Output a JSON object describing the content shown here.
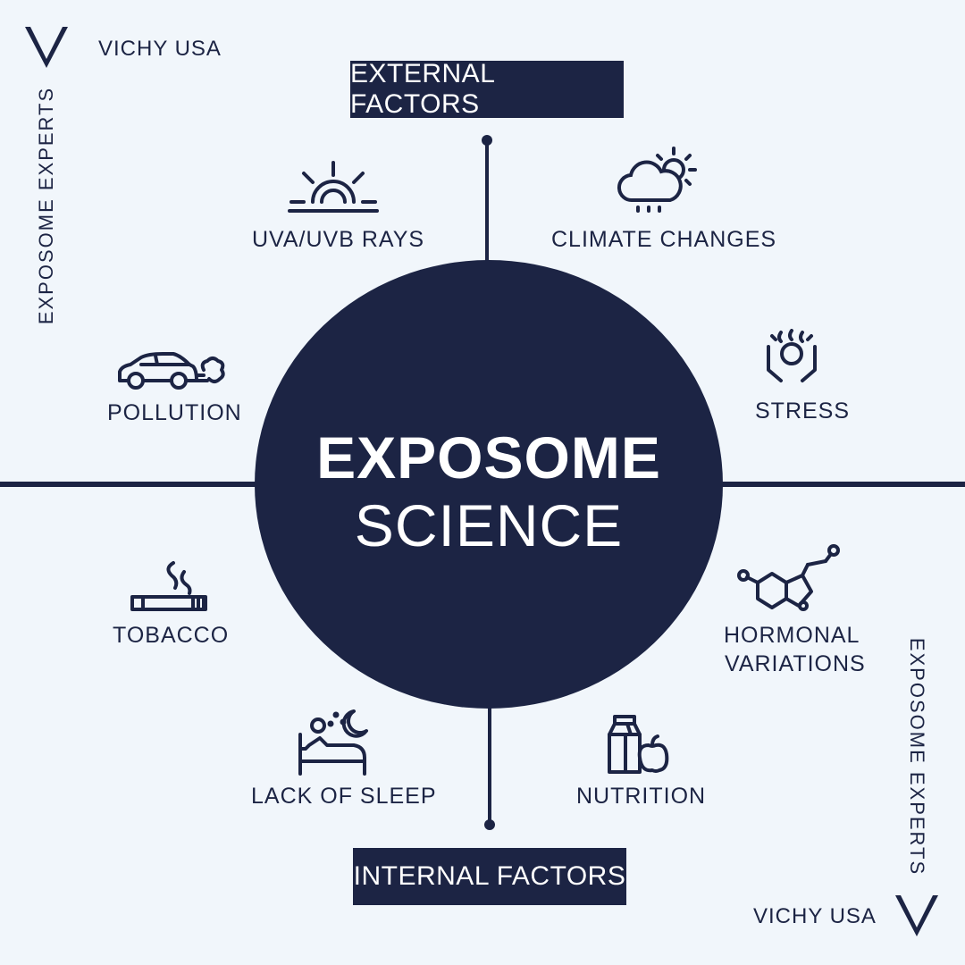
{
  "brand": {
    "top_left": "VICHY USA",
    "bottom_right": "VICHY USA",
    "logo_letter": "V"
  },
  "side_text": {
    "left": "EXPOSOME EXPERTS",
    "right": "EXPOSOME EXPERTS"
  },
  "center": {
    "line1": "EXPOSOME",
    "line2": "SCIENCE"
  },
  "groups": {
    "external": "EXTERNAL FACTORS",
    "internal": "INTERNAL FACTORS"
  },
  "factors": {
    "uv": {
      "label": "UVA/UVB RAYS",
      "icon": "sunrise-icon"
    },
    "climate": {
      "label": "CLIMATE CHANGES",
      "icon": "cloud-sun-rain-icon"
    },
    "pollution": {
      "label": "POLLUTION",
      "icon": "car-exhaust-icon"
    },
    "stress": {
      "label": "STRESS",
      "icon": "stressed-head-icon"
    },
    "tobacco": {
      "label": "TOBACCO",
      "icon": "cigarette-icon"
    },
    "hormonal": {
      "line1": "HORMONAL",
      "line2": "VARIATIONS",
      "icon": "molecule-icon"
    },
    "sleep": {
      "label": "LACK OF SLEEP",
      "icon": "bed-moon-icon"
    },
    "nutrition": {
      "label": "NUTRITION",
      "icon": "milk-apple-icon"
    }
  },
  "colors": {
    "navy": "#1c2444",
    "background": "#f1f6fb"
  }
}
